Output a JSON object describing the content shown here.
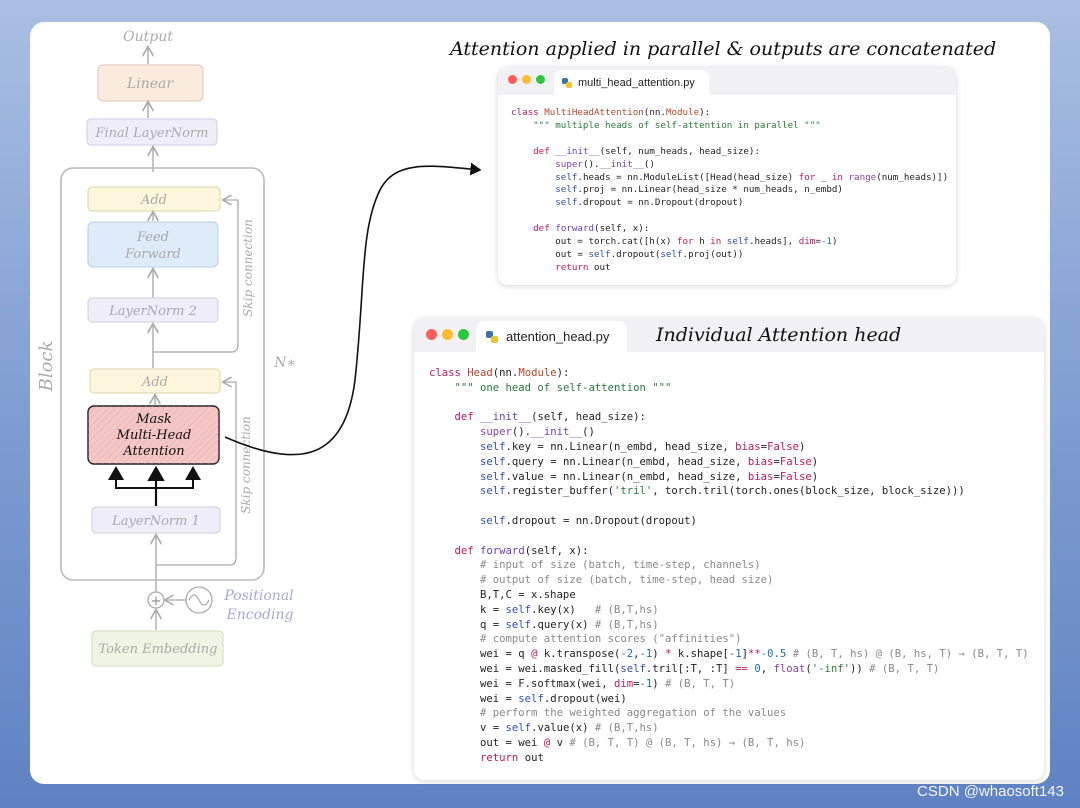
{
  "diagram": {
    "output_label": "Output",
    "linear_label": "Linear",
    "final_layernorm_label": "Final LayerNorm",
    "add_top_label": "Add",
    "feed_forward_label": [
      "Feed",
      "Forward"
    ],
    "layernorm2_label": "LayerNorm 2",
    "skip_connection_top_label": "Skip connection",
    "block_label": "Block",
    "nx_label": "N∗",
    "add_bottom_label": "Add",
    "mask_mha_label": [
      "Mask",
      "Multi-Head",
      "Attention"
    ],
    "skip_connection_bottom_label": "Skip connection",
    "layernorm1_label": "LayerNorm 1",
    "plus_symbol": "+",
    "positional_encoding_label": [
      "Positional",
      "Encoding"
    ],
    "token_embedding_label": "Token Embedding"
  },
  "top_title": "Attention applied in parallel & outputs are concatenated",
  "bottom_title": "Individual Attention head",
  "windows": {
    "multi": {
      "tab_label": "multi_head_attention.py"
    },
    "head": {
      "tab_label": "attention_head.py"
    }
  },
  "colors": {
    "mask_box": "#f4c6c6",
    "add_box": "#fbf6dc",
    "feed_forward_box": "#deebf8",
    "layernorm_box": "#efeef8",
    "linear_box": "#fbebdc",
    "token_embedding_box": "#eef6e3",
    "dot_red": "#ff5f57",
    "dot_yellow": "#febc2e",
    "dot_green": "#28c840"
  },
  "watermark": "CSDN @whaosoft143"
}
